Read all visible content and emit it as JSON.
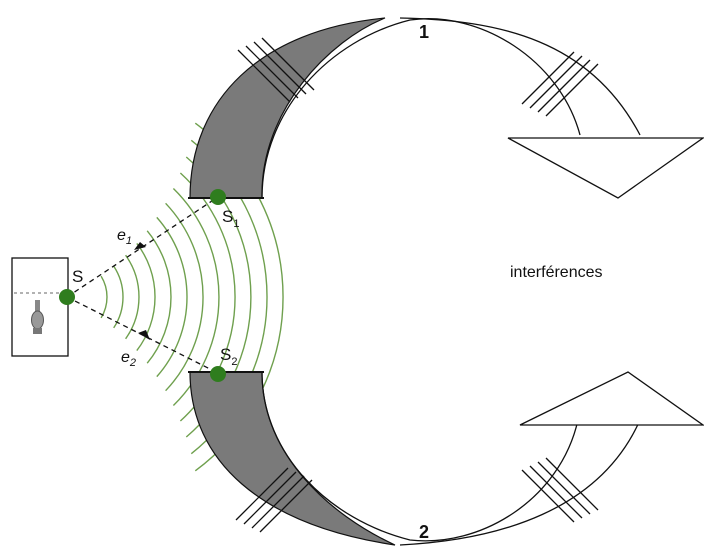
{
  "diagram": {
    "source_label": "S",
    "slit1_label": "S",
    "slit1_sub": "1",
    "slit2_label": "S",
    "slit2_sub": "2",
    "path1_label": "e",
    "path1_sub": "1",
    "path2_label": "e",
    "path2_sub": "2",
    "arm1_label": "1",
    "arm2_label": "2",
    "interference_label": "interférences",
    "colors": {
      "wave": "#6fa04e",
      "dot": "#2f7d1e",
      "barrier": "#777777",
      "line": "#111111"
    }
  }
}
